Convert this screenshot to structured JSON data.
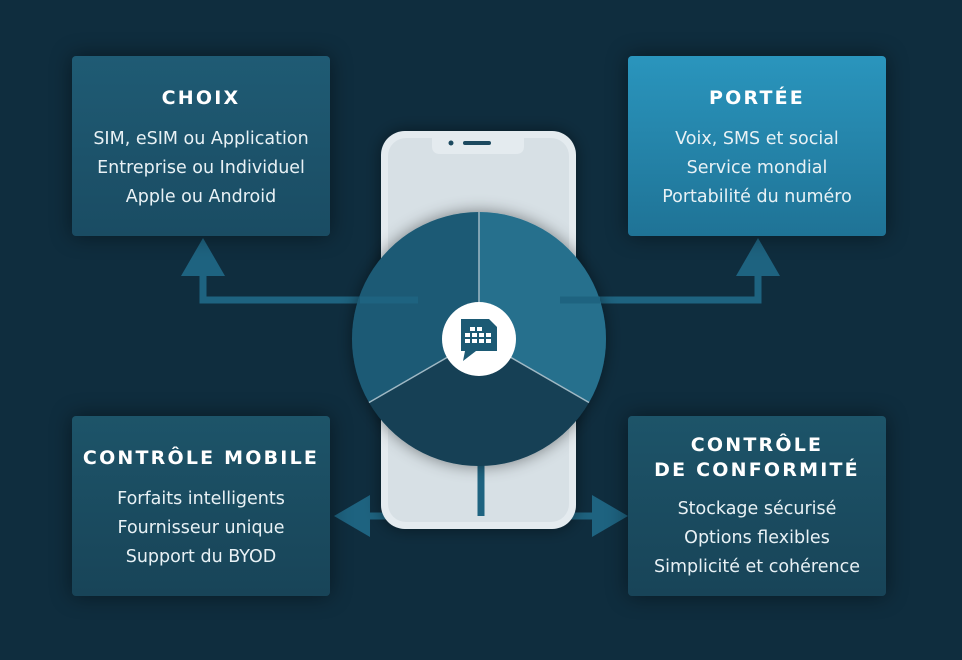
{
  "cards": {
    "choix": {
      "title": "CHOIX",
      "items": [
        "SIM, eSIM ou Application",
        "Entreprise ou Individuel",
        "Apple ou Android"
      ]
    },
    "portee": {
      "title": "PORTÉE",
      "items": [
        "Voix, SMS et social",
        "Service mondial",
        "Portabilité du numéro"
      ]
    },
    "mobile": {
      "title": "CONTRÔLE MOBILE",
      "items": [
        "Forfaits intelligents",
        "Fournisseur unique",
        "Support du BYOD"
      ]
    },
    "conformite": {
      "title_line1": "CONTRÔLE",
      "title_line2": "DE CONFORMITÉ",
      "items": [
        "Stockage sécurisé",
        "Options flexibles",
        "Simplicité et cohérence"
      ]
    }
  },
  "center": {
    "icon": "sim-card-chat-icon"
  },
  "colors": {
    "background": "#0f2d3e",
    "card_dark": "#1d5469",
    "card_highlight": "#2a95bd",
    "arrow": "#1e6380",
    "phone": "#e4ebef"
  }
}
